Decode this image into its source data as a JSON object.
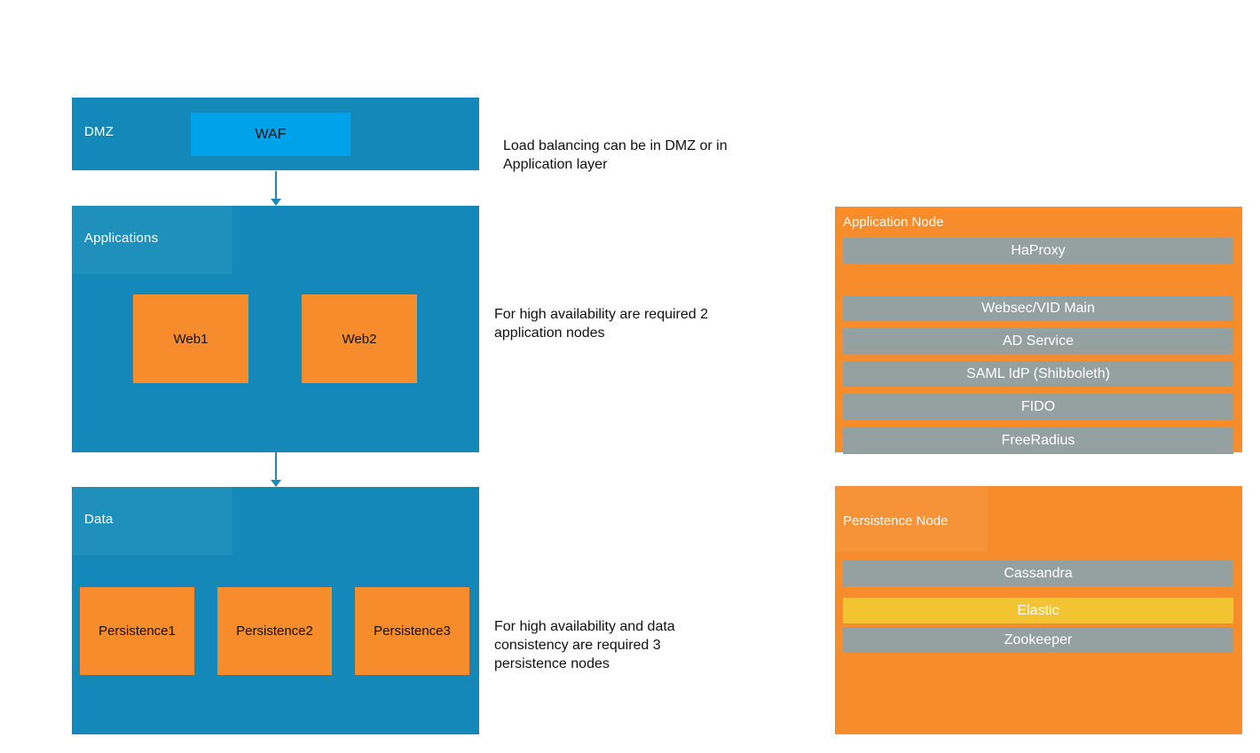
{
  "colors": {
    "layer_blue": "#1489B9",
    "waf_blue": "#00A3EA",
    "node_orange": "#F68C2C",
    "service_gray": "#95A1A1",
    "elastic_yellow": "#F3C431",
    "arrow_blue": "#1E88B6"
  },
  "layers": {
    "dmz": {
      "label": "DMZ",
      "node": "WAF"
    },
    "applications": {
      "label": "Applications",
      "nodes": [
        "Web1",
        "Web2"
      ]
    },
    "data": {
      "label": "Data",
      "nodes": [
        "Persistence1",
        "Persistence2",
        "Persistence3"
      ]
    }
  },
  "annotations": [
    {
      "lines": [
        "Load balancing can be in DMZ or in",
        "Application layer"
      ]
    },
    {
      "lines": [
        "For high availability are required 2",
        "application nodes"
      ]
    },
    {
      "lines": [
        "For high availability and data",
        "consistency are required 3",
        "persistence nodes"
      ]
    }
  ],
  "application_node": {
    "title": "Application Node",
    "services": [
      {
        "label": "HaProxy",
        "color": "gray"
      },
      {
        "label": "Websec/VID Main",
        "color": "gray"
      },
      {
        "label": "AD Service",
        "color": "gray"
      },
      {
        "label": "SAML IdP (Shibboleth)",
        "color": "gray"
      },
      {
        "label": "FIDO",
        "color": "gray"
      },
      {
        "label": "FreeRadius",
        "color": "gray"
      }
    ]
  },
  "persistence_node": {
    "title": "Persistence Node",
    "services": [
      {
        "label": "Cassandra",
        "color": "gray"
      },
      {
        "label": "Elastic",
        "color": "yellow"
      },
      {
        "label": "Zookeeper",
        "color": "gray"
      }
    ]
  }
}
